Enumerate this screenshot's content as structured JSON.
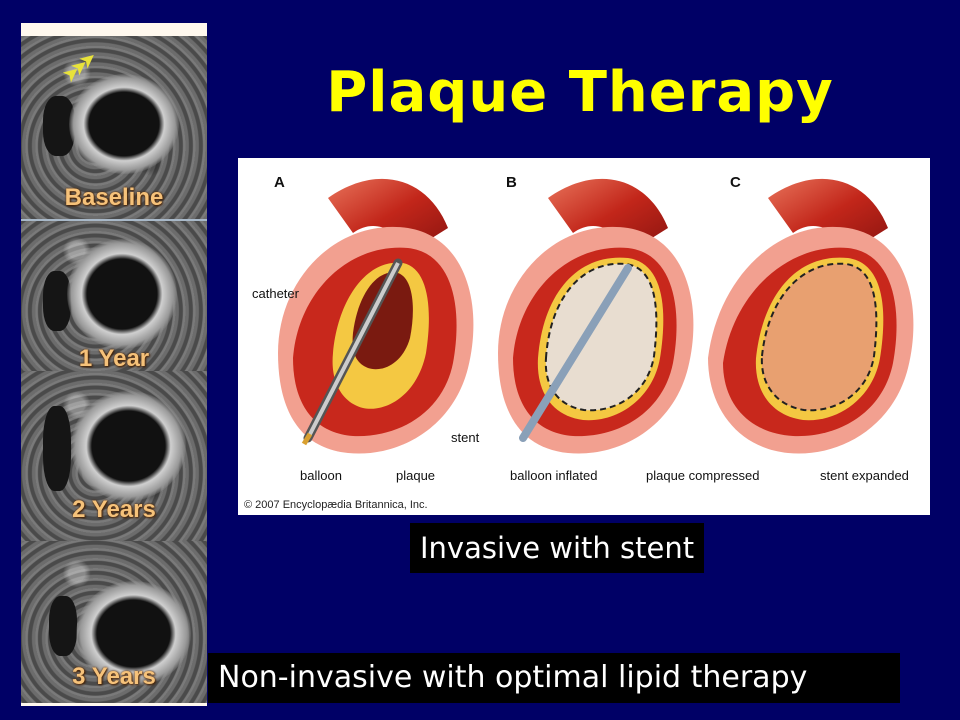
{
  "slide": {
    "title": "Plaque Therapy",
    "background_color": "#000066",
    "title_color": "#ffff00"
  },
  "mri_timeline": {
    "panels": [
      {
        "label": "Baseline"
      },
      {
        "label": "1 Year"
      },
      {
        "label": "2 Years"
      },
      {
        "label": "3 Years"
      }
    ],
    "label_color": "#f6c27a",
    "arrow_icon": "yellow-arrows"
  },
  "diagram": {
    "panels": [
      {
        "letter": "A"
      },
      {
        "letter": "B"
      },
      {
        "letter": "C"
      }
    ],
    "callouts": {
      "catheter": "catheter",
      "stent": "stent",
      "balloon": "balloon",
      "plaque": "plaque",
      "balloon_inflated": "balloon inflated",
      "plaque_compressed": "plaque compressed",
      "stent_expanded": "stent expanded"
    },
    "copyright": "© 2007 Encyclopædia Britannica, Inc."
  },
  "captions": {
    "invasive": "Invasive with stent",
    "non_invasive": "Non-invasive with optimal lipid therapy"
  }
}
